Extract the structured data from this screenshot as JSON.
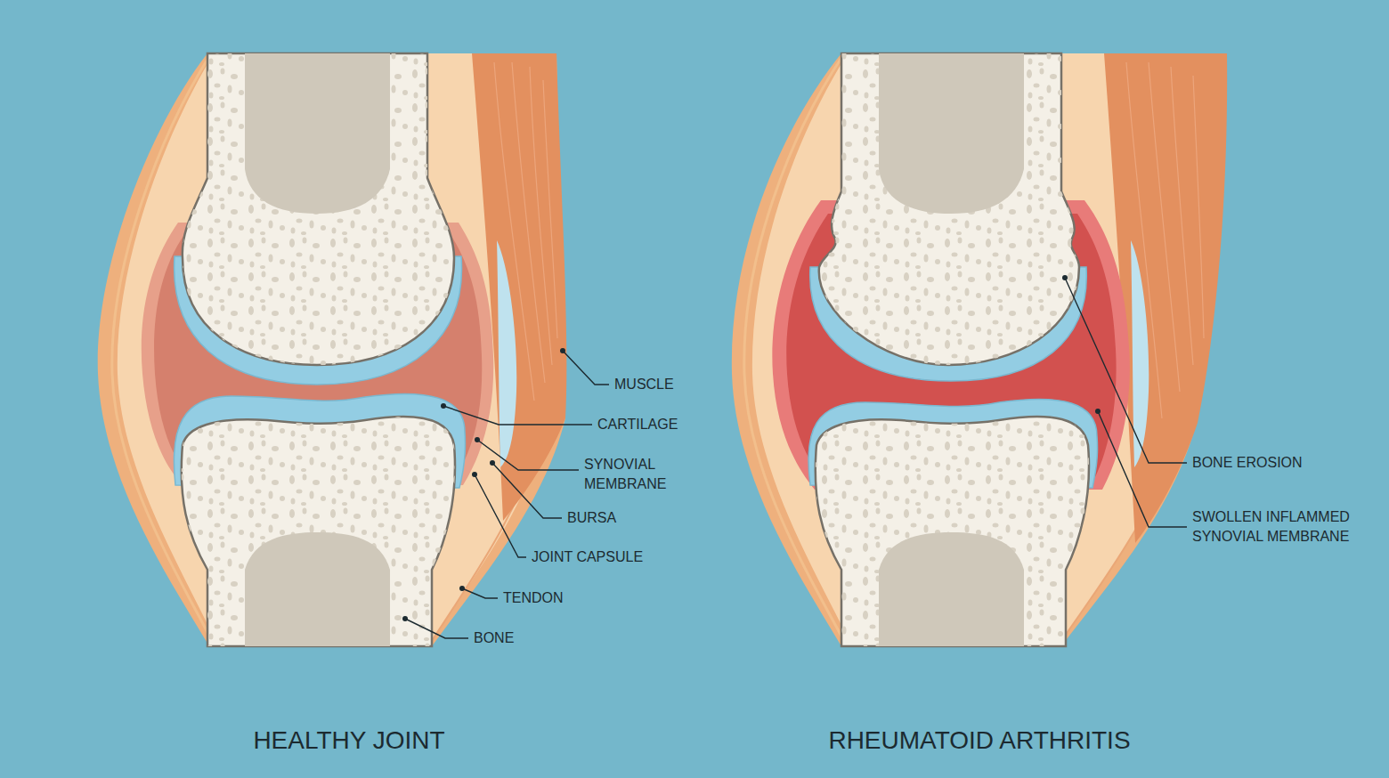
{
  "diagram": {
    "labels": [
      "MUSCLE",
      "CARTILAGE",
      "SYNOVIAL MEMBRANE",
      "BURSA",
      "JOINT CAPSULE",
      "TENDON",
      "BONE",
      "BONE EROSION",
      "SWOLLEN INFLAMMED SYNOVIAL MEMBRANE",
      "HEALTHY JOINT",
      "RHEUMATOID ARTHRITIS"
    ]
  }
}
